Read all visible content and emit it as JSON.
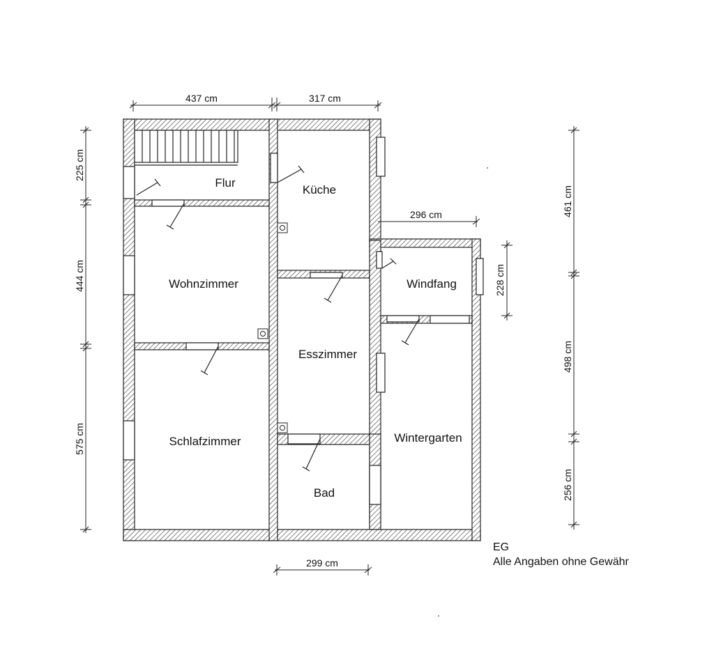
{
  "rooms": {
    "flur": "Flur",
    "kueche": "Küche",
    "wohnzimmer": "Wohnzimmer",
    "windfang": "Windfang",
    "esszimmer": "Esszimmer",
    "schlafzimmer": "Schlafzimmer",
    "wintergarten": "Wintergarten",
    "bad": "Bad"
  },
  "dimensions": {
    "top_left": "437 cm",
    "top_right": "317 cm",
    "windfang_width": "296 cm",
    "bottom": "299 cm",
    "left_1": "225 cm",
    "left_2": "444 cm",
    "left_3": "575 cm",
    "windfang_height": "228 cm",
    "right_1": "461 cm",
    "right_2": "498 cm",
    "right_3": "256 cm"
  },
  "notes": {
    "floor": "EG",
    "disclaimer": "Alle Angaben ohne Gewähr"
  }
}
